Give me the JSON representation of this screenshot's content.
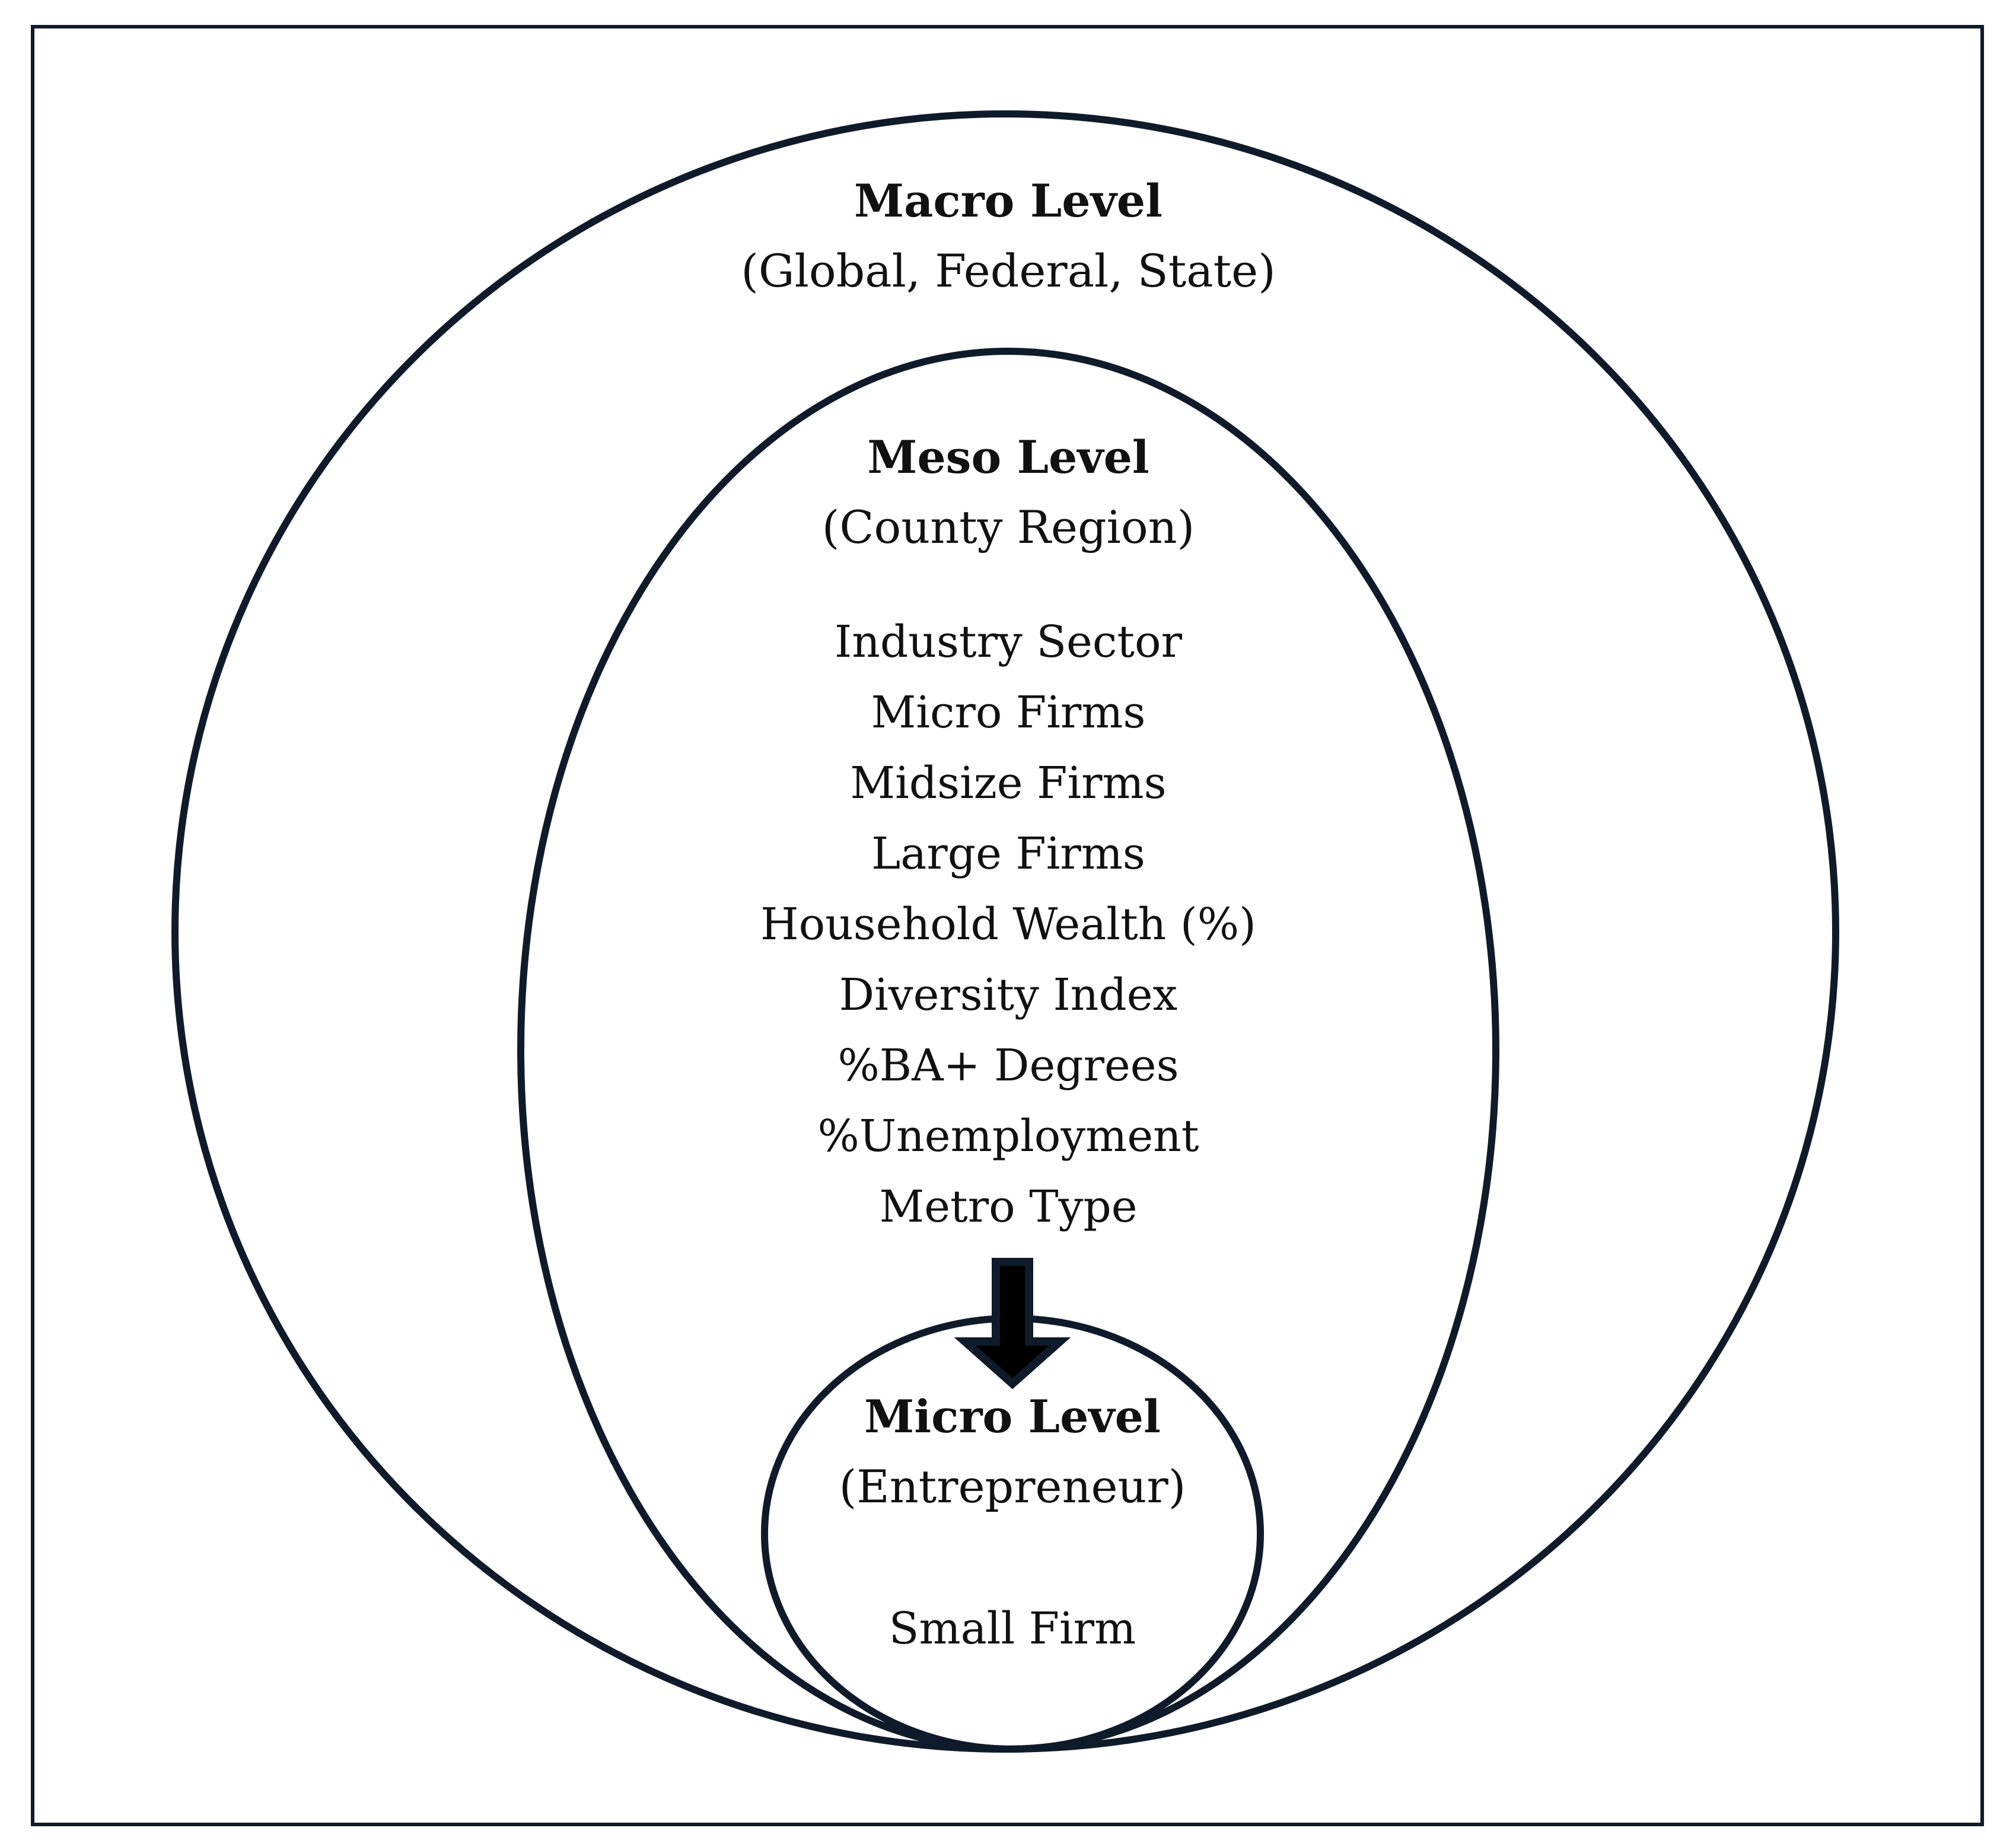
{
  "colors": {
    "stroke": "#0f1b2a",
    "text": "#111111",
    "background": "#ffffff"
  },
  "levels": {
    "macro": {
      "title": "Macro Level",
      "subtitle": "(Global, Federal, State)"
    },
    "meso": {
      "title": "Meso Level",
      "subtitle": "(County Region)",
      "items": [
        "Industry Sector",
        "Micro Firms",
        "Midsize Firms",
        "Large Firms",
        "Household Wealth (%)",
        "Diversity Index",
        "%BA+ Degrees",
        "%Unemployment",
        "Metro Type"
      ]
    },
    "micro": {
      "title": "Micro Level",
      "subtitle": "(Entrepreneur)",
      "items": [
        "Small Firm"
      ]
    }
  },
  "icons": {
    "flow_arrow": "down-arrow-icon"
  }
}
